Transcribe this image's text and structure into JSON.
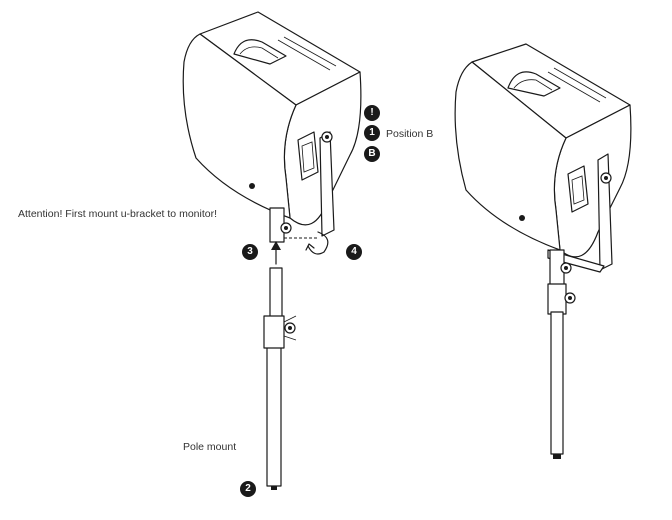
{
  "labels": {
    "attention": "Attention! First mount u-bracket to monitor!",
    "position_b": "Position B",
    "pole_mount": "Pole mount"
  },
  "badges": {
    "warning": "!",
    "position_one": "1",
    "position_b": "B",
    "step_two": "2",
    "step_three": "3",
    "step_four": "4"
  }
}
